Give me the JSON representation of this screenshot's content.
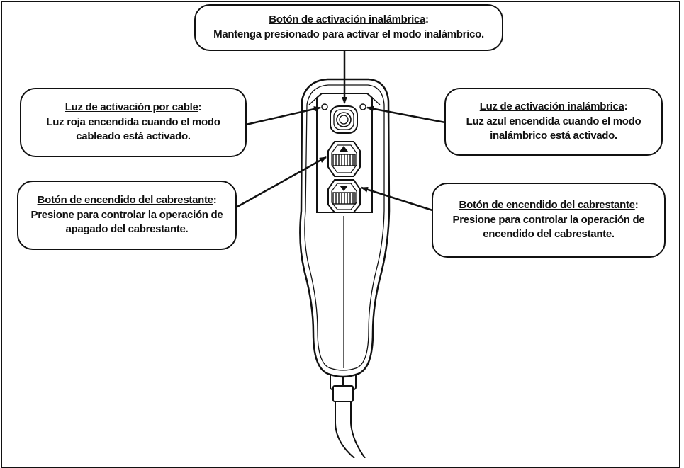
{
  "callouts": {
    "top": {
      "title": "Botón de activación inalámbrica",
      "body": "Mantenga presionado para activar el modo inalámbrico."
    },
    "upper_left": {
      "title": "Luz de activación por cable",
      "body": "Luz roja encendida cuando el modo\ncableado está activado."
    },
    "upper_right": {
      "title": "Luz de activación inalámbrica",
      "body": "Luz azul encendida cuando el modo\ninalámbrico está activado."
    },
    "lower_left": {
      "title": "Botón de encendido del cabrestante",
      "body": "Presione para controlar la operación de\napagado del cabrestante."
    },
    "lower_right": {
      "title": "Botón de encendido del cabrestante",
      "body": "Presione para controlar la operación de\nencendido del cabrestante."
    }
  },
  "colors": {
    "stroke": "#111111",
    "background": "#ffffff"
  }
}
